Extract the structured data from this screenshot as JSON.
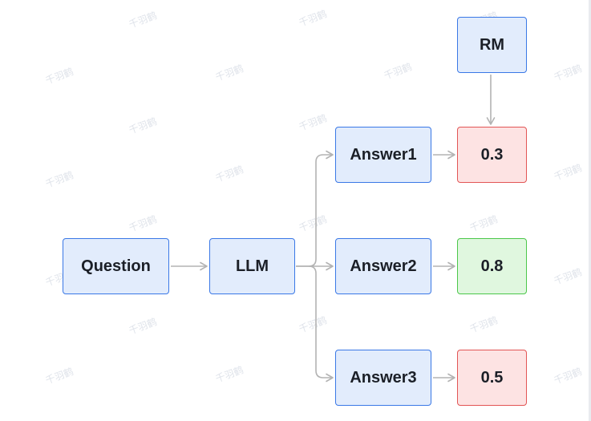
{
  "nodes": {
    "question": "Question",
    "llm": "LLM",
    "answer1": "Answer1",
    "answer2": "Answer2",
    "answer3": "Answer3",
    "rm": "RM",
    "score1": "0.3",
    "score2": "0.8",
    "score3": "0.5"
  },
  "watermark": "千羽鹤",
  "colors": {
    "node_fill": "#e2ecfc",
    "node_border": "#3a78e6",
    "low_score_fill": "#fde3e3",
    "low_score_border": "#e25555",
    "high_score_fill": "#e0f7df",
    "high_score_border": "#4cc74a",
    "arrow": "#b3b3b3"
  }
}
